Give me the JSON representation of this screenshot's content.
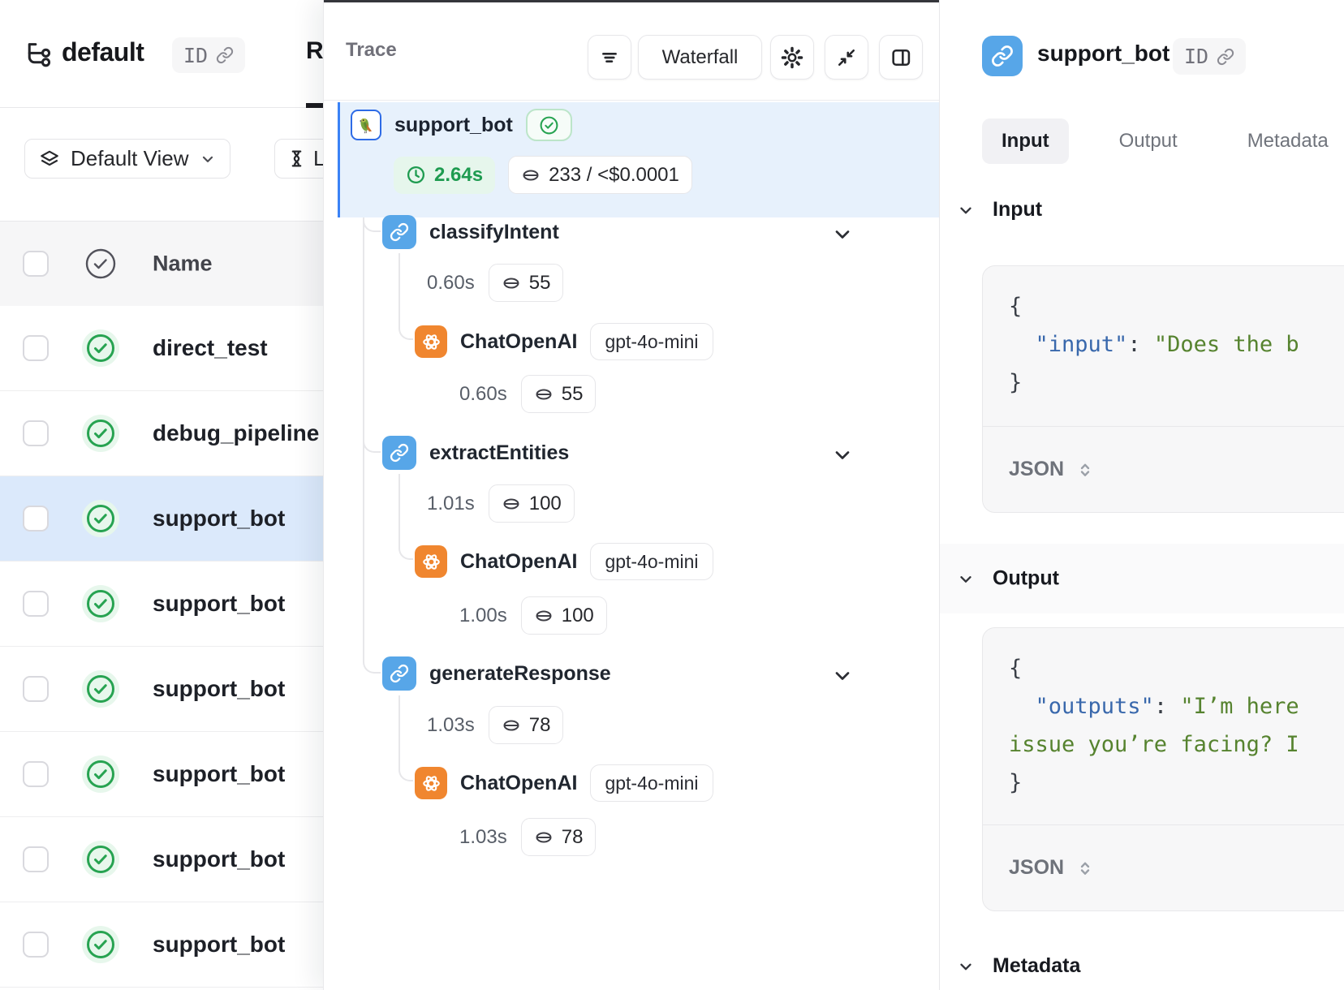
{
  "left_panel": {
    "project": {
      "title": "default",
      "id_badge": "ID"
    },
    "runs_tab": "Ru",
    "view_selector": "Default View",
    "time_filter": "L",
    "table": {
      "name_header": "Name",
      "rows": [
        {
          "name": "direct_test",
          "status": "success"
        },
        {
          "name": "debug_pipeline",
          "status": "success"
        },
        {
          "name": "support_bot",
          "status": "success",
          "selected": true
        },
        {
          "name": "support_bot",
          "status": "success"
        },
        {
          "name": "support_bot",
          "status": "success"
        },
        {
          "name": "support_bot",
          "status": "success"
        },
        {
          "name": "support_bot",
          "status": "success"
        },
        {
          "name": "support_bot",
          "status": "success"
        }
      ]
    }
  },
  "trace_panel": {
    "title": "Trace",
    "waterfall_button": "Waterfall",
    "root": {
      "name": "support_bot",
      "status": "success",
      "duration": "2.64s",
      "tokens_cost": "233 / <$0.0001"
    },
    "nodes": [
      {
        "name": "classifyIntent",
        "duration": "0.60s",
        "tokens": "55",
        "child": {
          "name": "ChatOpenAI",
          "model": "gpt-4o-mini",
          "duration": "0.60s",
          "tokens": "55"
        }
      },
      {
        "name": "extractEntities",
        "duration": "1.01s",
        "tokens": "100",
        "child": {
          "name": "ChatOpenAI",
          "model": "gpt-4o-mini",
          "duration": "1.00s",
          "tokens": "100"
        }
      },
      {
        "name": "generateResponse",
        "duration": "1.03s",
        "tokens": "78",
        "child": {
          "name": "ChatOpenAI",
          "model": "gpt-4o-mini",
          "duration": "1.03s",
          "tokens": "78"
        }
      }
    ]
  },
  "detail_panel": {
    "title": "support_bot",
    "id_badge": "ID",
    "tabs": {
      "input": "Input",
      "output": "Output",
      "metadata": "Metadata"
    },
    "input_section": {
      "heading": "Input",
      "format_label": "JSON",
      "code": {
        "open_brace": "{",
        "indent": "  ",
        "key": "\"input\"",
        "separator": ": ",
        "value": "\"Does the b",
        "close_brace": "}"
      }
    },
    "output_section": {
      "heading": "Output",
      "format_label": "JSON",
      "code": {
        "open_brace": "{",
        "indent": "  ",
        "key": "\"outputs\"",
        "separator": ": ",
        "value": "\"I’m here",
        "value_line2": "issue you’re facing? I",
        "close_brace": "}"
      }
    },
    "metadata_section": {
      "heading": "Metadata"
    }
  },
  "colors": {
    "accent_blue": "#3b82f6",
    "selection_blue": "#dbe9fb",
    "trace_highlight_blue": "#e7f1fc",
    "chain_icon_blue": "#57a6e8",
    "openai_orange": "#f0862f",
    "success_green": "#27a351"
  }
}
